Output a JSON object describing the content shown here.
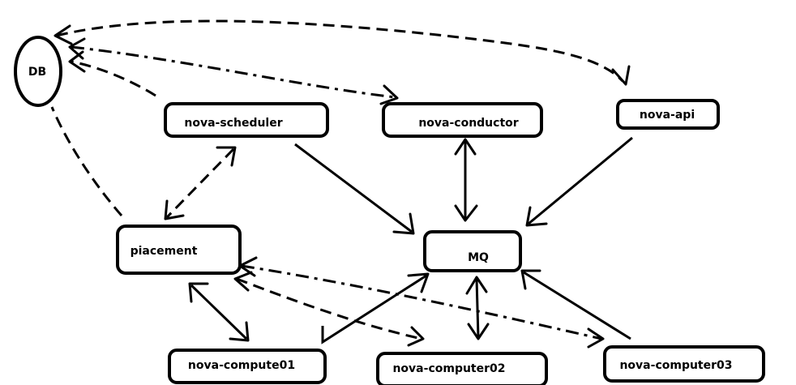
{
  "diagram": {
    "nodes": {
      "db": "DB",
      "scheduler": "nova-scheduler",
      "conductor": "nova-conductor",
      "api": "nova-api",
      "placement": "piacement",
      "mq": "MQ",
      "compute01": "nova-compute01",
      "computer02": "nova-computer02",
      "computer03": "nova-computer03"
    },
    "edges": [
      {
        "from": "scheduler",
        "to": "db",
        "style": "dashed",
        "direction": "forward"
      },
      {
        "from": "db",
        "to": "conductor",
        "style": "dashdot",
        "direction": "both"
      },
      {
        "from": "db",
        "to": "api",
        "style": "dashed",
        "direction": "both"
      },
      {
        "from": "placement",
        "to": "db",
        "style": "dashed",
        "direction": "none"
      },
      {
        "from": "scheduler",
        "to": "placement",
        "style": "dashed",
        "direction": "both"
      },
      {
        "from": "scheduler",
        "to": "mq",
        "style": "solid",
        "direction": "forward"
      },
      {
        "from": "conductor",
        "to": "mq",
        "style": "solid",
        "direction": "both"
      },
      {
        "from": "api",
        "to": "mq",
        "style": "solid",
        "direction": "forward"
      },
      {
        "from": "placement",
        "to": "compute01",
        "style": "solid",
        "direction": "both"
      },
      {
        "from": "compute01",
        "to": "mq",
        "style": "solid",
        "direction": "forward"
      },
      {
        "from": "mq",
        "to": "computer02",
        "style": "solid",
        "direction": "both"
      },
      {
        "from": "computer03",
        "to": "mq",
        "style": "solid",
        "direction": "forward"
      },
      {
        "from": "placement",
        "to": "computer02",
        "style": "dashed",
        "direction": "both"
      },
      {
        "from": "placement",
        "to": "computer03",
        "style": "dashdot",
        "direction": "both"
      }
    ]
  }
}
